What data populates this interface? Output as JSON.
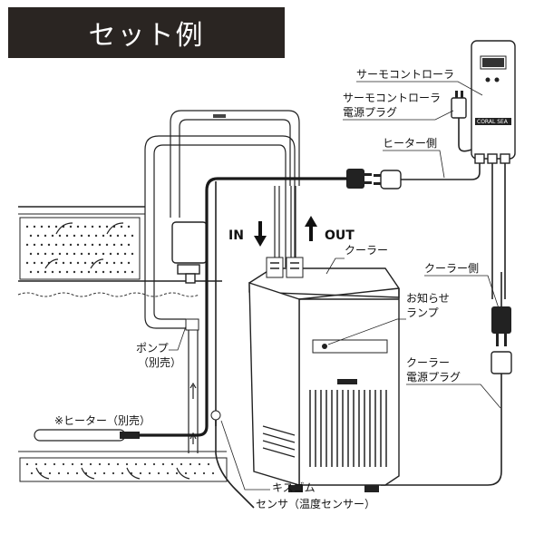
{
  "banner": {
    "title": "セット例"
  },
  "labels": {
    "thermo_controller": "サーモコントローラ",
    "thermo_plug_1": "サーモコントローラ",
    "thermo_plug_2": "電源プラグ",
    "heater_side": "ヒーター側",
    "in": "IN",
    "out": "OUT",
    "cooler": "クーラー",
    "cooler_side": "クーラー側",
    "notify_lamp_1": "お知らせ",
    "notify_lamp_2": "ランプ",
    "pump_1": "ポンプ",
    "pump_2": "（別売）",
    "heater": "※ヒーター（別売）",
    "cooler_plug_1": "クーラー",
    "cooler_plug_2": "電源プラグ",
    "kisugomu": "キスゴム",
    "sensor": "センサ（温度センサー）"
  },
  "device_brand": "CORAL SEA",
  "icons": [
    "arrow-down-icon",
    "arrow-up-icon"
  ]
}
